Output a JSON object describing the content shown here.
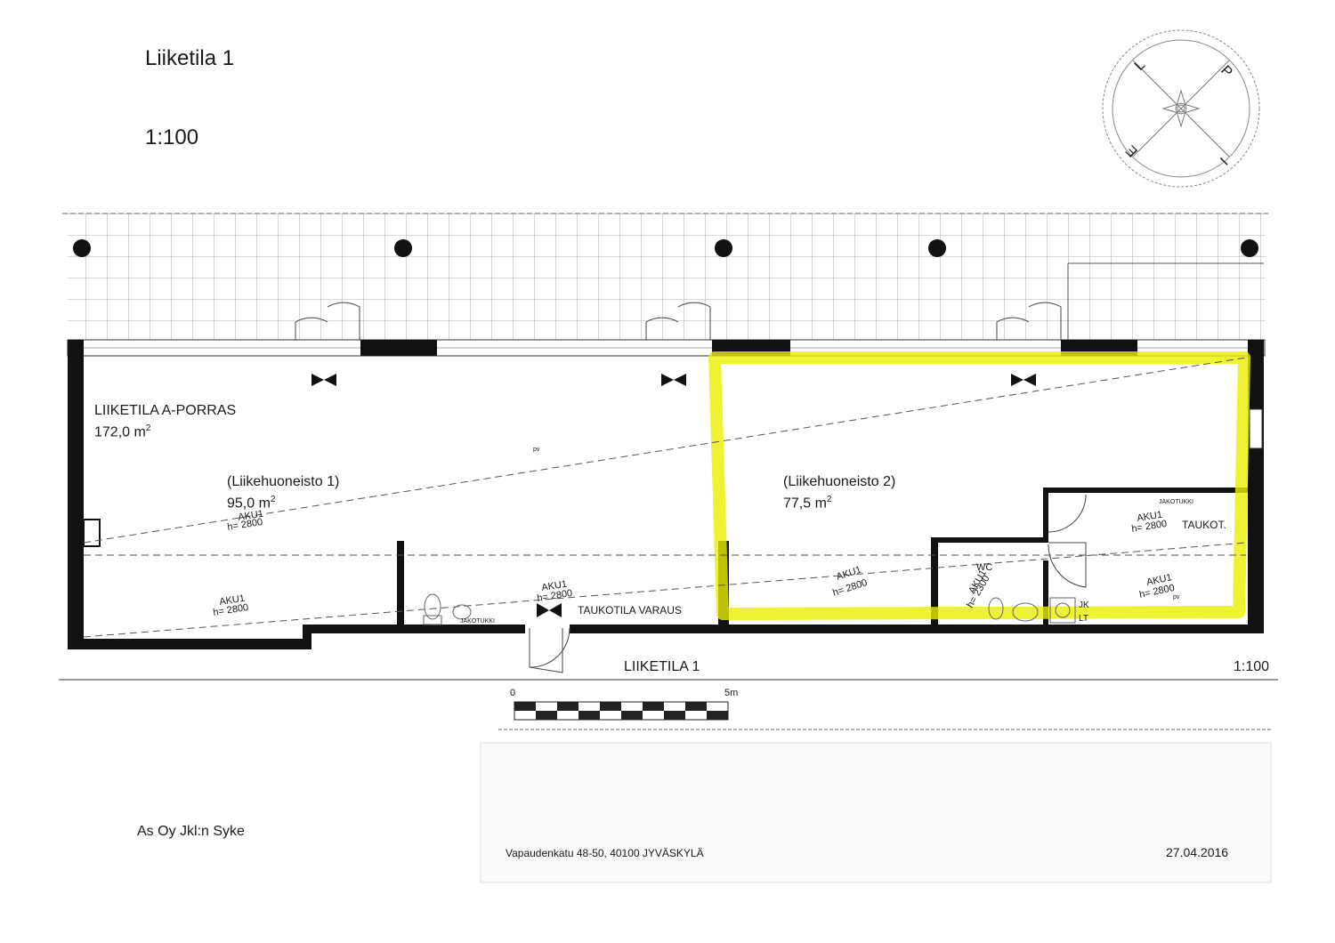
{
  "header": {
    "title": "Liiketila 1",
    "scale": "1:100"
  },
  "compass": {
    "letters": [
      "P",
      "I",
      "E",
      "L"
    ]
  },
  "plan": {
    "room_a": {
      "name": "LIIKETILA  A-PORRAS",
      "area_value": "172,0 m",
      "area_sup": "2"
    },
    "unit1": {
      "name": "(Liikehuoneisto 1)",
      "area_value": "95,0 m",
      "area_sup": "2"
    },
    "unit2": {
      "name": "(Liikehuoneisto 2)",
      "area_value": "77,5 m",
      "area_sup": "2"
    },
    "pv": "pv",
    "aku": "AKU1",
    "aku_wc": "AKU1",
    "h2800": "h= 2800",
    "h2300": "h= 2300",
    "wc": "WC",
    "taukot": "TAUKOT.",
    "taukotila": "TAUKOTILA VARAUS",
    "jakotukki": "JAKOTUKKI",
    "jk": "JK",
    "lt": "LT",
    "highlight_color": "#e8f000"
  },
  "caption": {
    "name": "LIIKETILA 1",
    "scale": "1:100"
  },
  "scale_bar": {
    "zero": "0",
    "five": "5m"
  },
  "footer": {
    "company": "As Oy Jkl:n Syke",
    "address": "Vapaudenkatu 48-50, 40100 JYVÄSKYLÄ",
    "date": "27.04.2016"
  }
}
